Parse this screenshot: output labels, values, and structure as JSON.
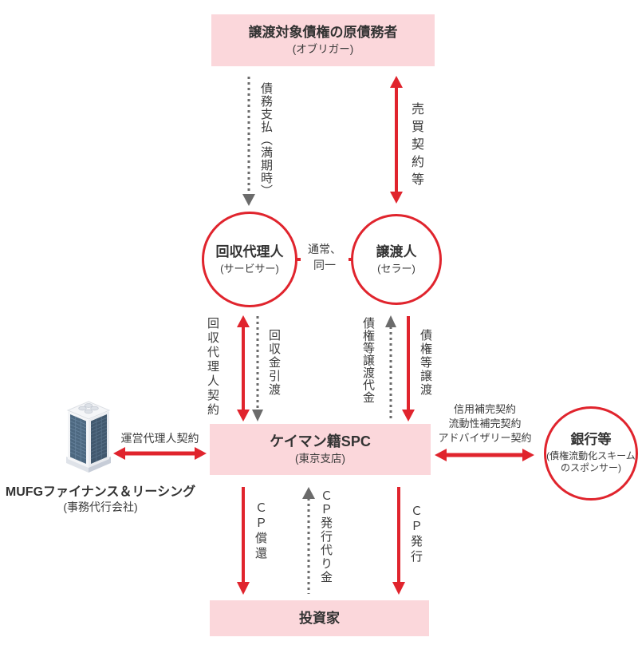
{
  "diagram": {
    "obligor_box": {
      "title": "譲渡対象債権の原債務者",
      "subtitle": "(オブリガー)"
    },
    "servicer_circle": {
      "title": "回収代理人",
      "subtitle": "(サービサー)"
    },
    "seller_circle": {
      "title": "譲渡人",
      "subtitle": "(セラー)"
    },
    "connector_note": {
      "line1": "通常、",
      "line2": "同一"
    },
    "spc_box": {
      "title": "ケイマン籍SPC",
      "subtitle": "(東京支店)"
    },
    "bank_circle": {
      "title": "銀行等",
      "subtitle": "(債権流動化スキームのスポンサー)"
    },
    "investor_box": {
      "title": "投資家"
    },
    "admin_company": {
      "name": "MUFGファイナンス＆リーシング",
      "subtitle": "(事務代行会社)",
      "icon": "office-building-icon"
    },
    "labels": {
      "debt_payment": "債務支払（満期時）",
      "sale_contract": "売買契約等",
      "collection_agent_contract": "回収代理人契約",
      "collection_money": "回収金引渡",
      "transfer_price": "債権等譲渡代金",
      "receivables_transfer": "債権等譲渡",
      "admin_agent_contract": "運営代理人契約",
      "credit_support": "信用補完契約",
      "liquidity_support": "流動性補完契約",
      "advisory": "アドバイザリー契約",
      "cp_redemption": "ＣＰ償還",
      "cp_proceeds": "ＣＰ発行代り金",
      "cp_issuance": "ＣＰ発行"
    },
    "colors": {
      "accent_red": "#e0242d",
      "box_pink": "#fbd7db",
      "arrow_gray": "#6b6b6b",
      "text": "#333333"
    }
  }
}
